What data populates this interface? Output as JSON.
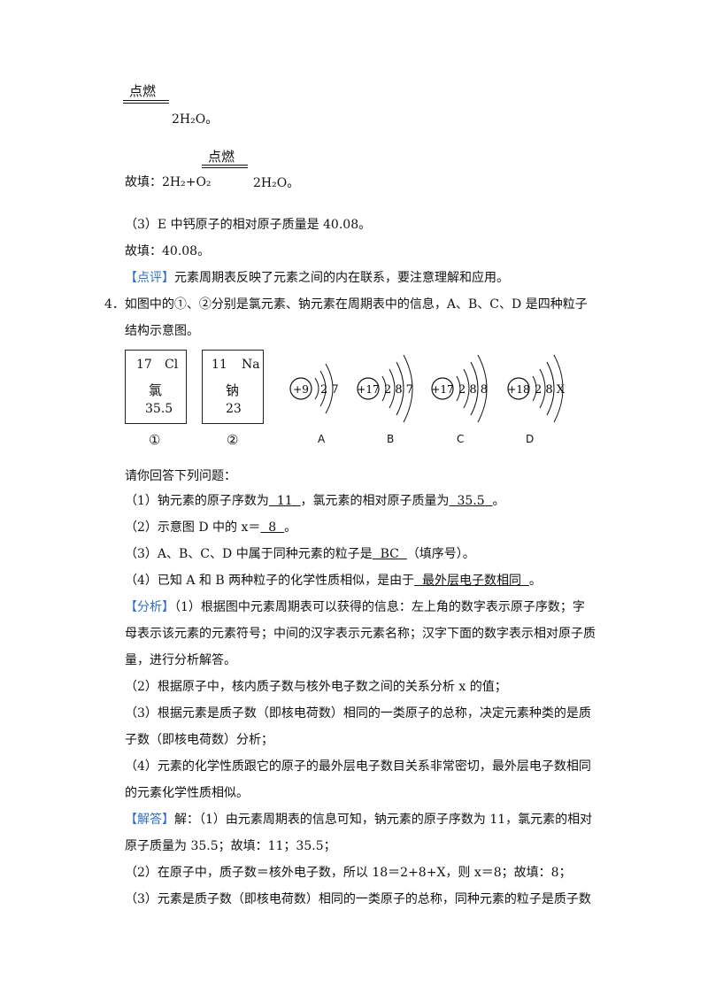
{
  "top": {
    "condition_1": "点燃",
    "product_1": "2H₂O。",
    "condition_2": "点燃",
    "answer_prefix": "故填：2H₂+O₂",
    "answer_product": "2H₂O。"
  },
  "part3": {
    "statement": "（3）E 中钙原子的相对原子质量是 40.08。",
    "answer": "故填：40.08。"
  },
  "comment": {
    "tag": "【点评】",
    "text": "元素周期表反映了元素之间的内在联系，要注意理解和应用。"
  },
  "q4": {
    "line1": "4．如图中的①、②分别是氯元素、钠元素在周期表中的信息，A、B、C、D 是四种粒子",
    "line2": "结构示意图。"
  },
  "figure": {
    "box1": {
      "number": "17",
      "symbol": "Cl",
      "name": "氯",
      "mass": "35.5",
      "label": "①"
    },
    "box2": {
      "number": "11",
      "symbol": "Na",
      "name": "钠",
      "mass": "23",
      "label": "②"
    },
    "A": {
      "nucleus": "+9",
      "shells": "2 7",
      "label": "A"
    },
    "B": {
      "nucleus": "+17",
      "shells": "2 8 7",
      "label": "B"
    },
    "C": {
      "nucleus": "+17",
      "shells": "2 8 8",
      "label": "C"
    },
    "D": {
      "nucleus": "+18",
      "shells": "2 8 X",
      "label": "D"
    }
  },
  "questions": {
    "intro": "请你回答下列问题：",
    "q1_a": "（1）钠元素的原子序数为",
    "q1_ans1": "  11  ",
    "q1_b": "，氯元素的相对原子质量为",
    "q1_ans2": "  35.5  ",
    "q1_c": "。",
    "q2_a": "（2）示意图 D 中的 x＝",
    "q2_ans": "  8  ",
    "q2_b": "。",
    "q3_a": "（3）A、B、C、D 中属于同种元素的粒子是",
    "q3_ans": "  BC  ",
    "q3_b": "（填序号）。",
    "q4_a": "（4）已知 A 和 B 两种粒子的化学性质相似，是由于",
    "q4_ans": "  最外层电子数相同  ",
    "q4_b": "。"
  },
  "analysis": {
    "tag": "【分析】",
    "l1": "（1）根据图中元素周期表可以获得的信息：左上角的数字表示原子序数；字",
    "l2": "母表示该元素的元素符号；中间的汉字表示元素名称；汉字下面的数字表示相对原子质",
    "l3": "量，进行分析解答。",
    "l4": "（2）根据原子中，核内质子数与核外电子数之间的关系分析 x 的值；",
    "l5": "（3）根据元素是质子数（即核电荷数）相同的一类原子的总称，决定元素种类的是质",
    "l6": "子数（即核电荷数）分析；",
    "l7": "（4）元素的化学性质跟它的原子的最外层电子数目关系非常密切，最外层电子数相同",
    "l8": "的元素化学性质相似。"
  },
  "solution": {
    "tag": "【解答】",
    "l1": "解：（1）由元素周期表的信息可知，钠元素的原子序数为 11，氯元素的相对",
    "l2": "原子质量为 35.5；故填：11；35.5；",
    "l3": "（2）在原子中，质子数＝核外电子数，所以 18＝2+8+X，则 x＝8；故填：8；",
    "l4": "（3）元素是质子数（即核电荷数）相同的一类原子的总称，同种元素的粒子是质子数"
  }
}
